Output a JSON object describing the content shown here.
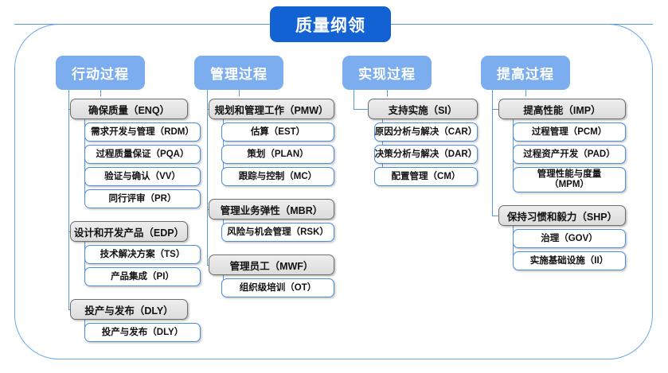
{
  "title": "质量纲领",
  "colors": {
    "root_fill": "#1262d4",
    "header_fill": "#7badef",
    "group_fill": "#e4e4e4",
    "group_border": "#6d6d6d",
    "leaf_border": "#4a8fe0",
    "connector": "#5b9bd5",
    "frame_border": "#6aa8ef"
  },
  "columns": [
    {
      "header": "行动过程",
      "groups": [
        {
          "label": "确保质量（ENQ）",
          "children": [
            "需求开发与管理（RDM）",
            "过程质量保证（PQA）",
            "验证与确认（VV）",
            "同行评审（PR）"
          ]
        },
        {
          "label": "设计和开发产品（EDP）",
          "children": [
            "技术解决方案（TS）",
            "产品集成（PI）"
          ]
        },
        {
          "label": "投产与发布（DLY）",
          "children": [
            "投产与发布（DLY）"
          ]
        }
      ]
    },
    {
      "header": "管理过程",
      "groups": [
        {
          "label": "规划和管理工作（PMW）",
          "children": [
            "估算（EST）",
            "策划（PLAN）",
            "跟踪与控制（MC）"
          ]
        },
        {
          "label": "管理业务弹性（MBR）",
          "children": [
            "风险与机会管理（RSK）"
          ]
        },
        {
          "label": "管理员工（MWF）",
          "children": [
            "组织级培训（OT）"
          ]
        }
      ]
    },
    {
      "header": "实现过程",
      "groups": [
        {
          "label": "支持实施（SI）",
          "children": [
            "原因分析与解决（CAR）",
            "决策分析与解决（DAR）",
            "配置管理（CM）"
          ]
        }
      ]
    },
    {
      "header": "提高过程",
      "groups": [
        {
          "label": "提高性能（IMP）",
          "children": [
            "过程管理（PCM）",
            "过程资产开发（PAD）",
            "管理性能与度量\n（MPM）"
          ]
        },
        {
          "label": "保持习惯和毅力（SHP）",
          "children": [
            "治理（GOV）",
            "实施基础设施（II）"
          ]
        }
      ]
    }
  ]
}
